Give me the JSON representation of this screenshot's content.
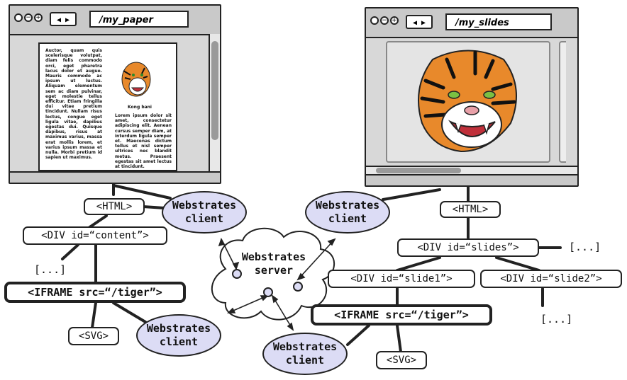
{
  "left_window": {
    "address": "/my_paper",
    "nav": "◀ ▶",
    "paper_text_col1": "Auctor, quam quis scelerisque volutpat, diam felis commodo orci, eget pharetra lacus dolor et augue. Mauris commodo ac ipsum ut luctus. Aliquam elementum sem ac diam pulvinar, eget molestie tellus efficitur. Etiam fringilla dui vitae pretium tincidunt. Nullam risus lectus, congue eget ligula vitae, dapibus egestas dui. Quisque dapibus, risus at maximus varius, massa erat mollis lorem, et varius ipsum massa et nulla. Morbi pretium id sapien ut maximus.",
    "paper_caption": "Kong bani",
    "paper_text_col2": "Lorem ipsum dolor sit amet, consectetur adipiscing elit. Aenean cursus semper diam, at interdum ligula semper et. Maecenas dictum tellus et nisl semper ultrices nec blandit metus. Praesent egestas sit amet lectus at tincidunt."
  },
  "right_window": {
    "address": "/my_slides",
    "nav": "◀ ▶"
  },
  "left_tree": {
    "html": "<HTML>",
    "div": "<DIV id=“content”>",
    "ellipsis": "[...]",
    "iframe": "<IFRAME src=“/tiger”>",
    "svg": "<SVG>"
  },
  "right_tree": {
    "html": "<HTML>",
    "div": "<DIV id=“slides”>",
    "ellipsis_right": "[...]",
    "slide1": "<DIV id=“slide1”>",
    "slide2": "<DIV id=“slide2”>",
    "ellipsis_below": "[...]",
    "iframe": "<IFRAME src=“/tiger”>",
    "svg": "<SVG>"
  },
  "clients": {
    "line1": "Webstrates",
    "line2": "client"
  },
  "server": {
    "line1": "Webstrates",
    "line2": "server"
  },
  "colors": {
    "client_fill": "#dcdcf5",
    "stroke": "#222222",
    "tiger_orange": "#e8892b"
  }
}
